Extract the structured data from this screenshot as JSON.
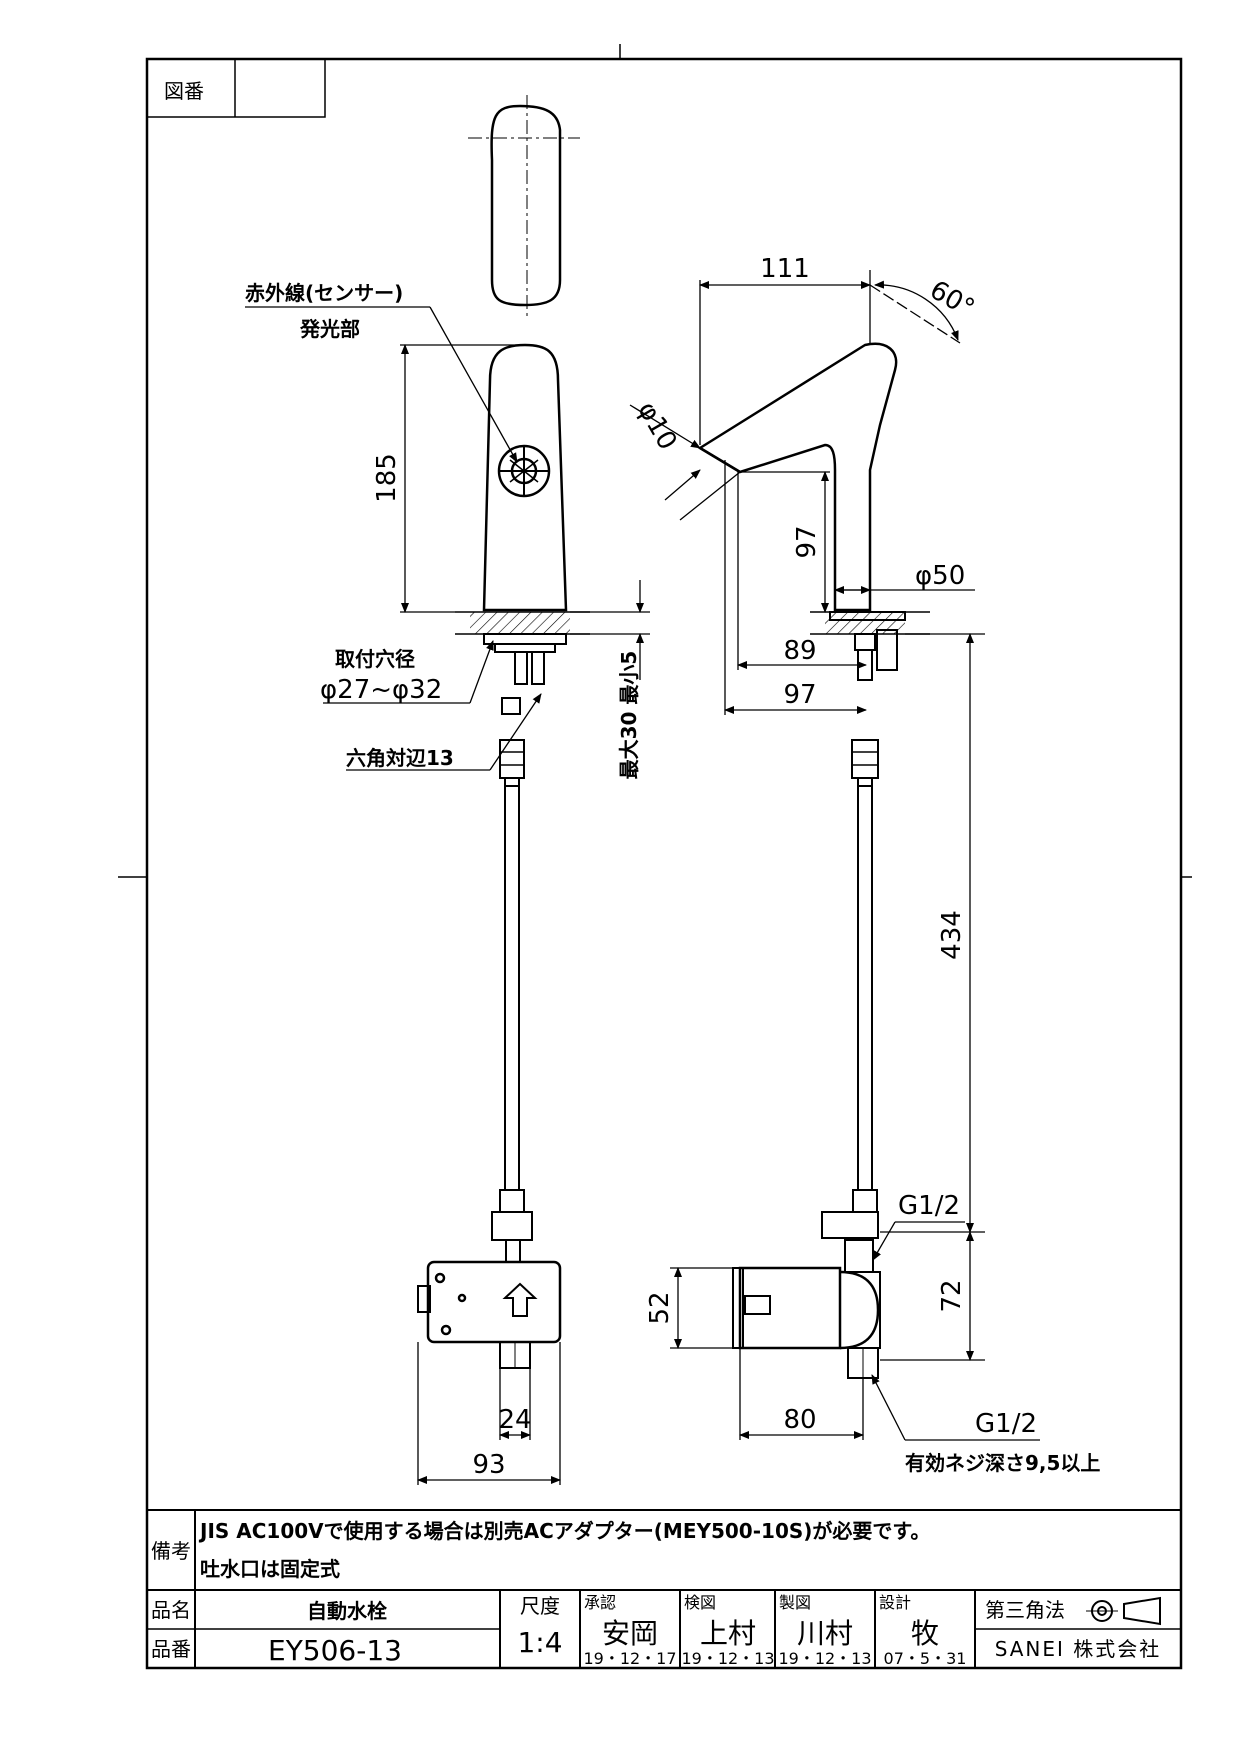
{
  "header": {
    "zuban_label": "図番",
    "zuban_value": ""
  },
  "labels": {
    "sensor_line1": "赤外線(センサー)",
    "sensor_line2": "発光部",
    "mount_hole_title": "取付穴径",
    "mount_hole_value": "φ27~φ32",
    "hex": "六角対辺13",
    "max_min": "最大30 最小5",
    "g_top": "G1/2",
    "g_bottom": "G1/2",
    "thread_depth": "有効ネジ深さ9,5以上"
  },
  "dimensions": {
    "d185": "185",
    "d111": "111",
    "d60": "60°",
    "d10": "φ10",
    "d97v": "97",
    "d50": "φ50",
    "d89": "89",
    "d97h": "97",
    "d434": "434",
    "d52": "52",
    "d72": "72",
    "d80": "80",
    "d24": "24",
    "d93": "93"
  },
  "titleblock": {
    "remarks_label": "備考",
    "remarks_line1": "JIS AC100Vで使用する場合は別売ACアダプター(MEY500-10S)が必要です。",
    "remarks_line2": "吐水口は固定式",
    "name_label": "品名",
    "name_value": "自動水栓",
    "code_label": "品番",
    "code_value": "EY506-13",
    "scale_label": "尺度",
    "scale_value": "1:4",
    "approve_label": "承認",
    "approve_name": "安岡",
    "approve_date": "19・12・17",
    "check_label": "検図",
    "check_name": "上村",
    "check_date": "19・12・13",
    "draft_label": "製図",
    "draft_name": "川村",
    "draft_date": "19・12・13",
    "design_label": "設計",
    "design_name": "牧",
    "design_date": "07・5・31",
    "projection_label": "第三角法",
    "company": "SANEI 株式会社"
  }
}
